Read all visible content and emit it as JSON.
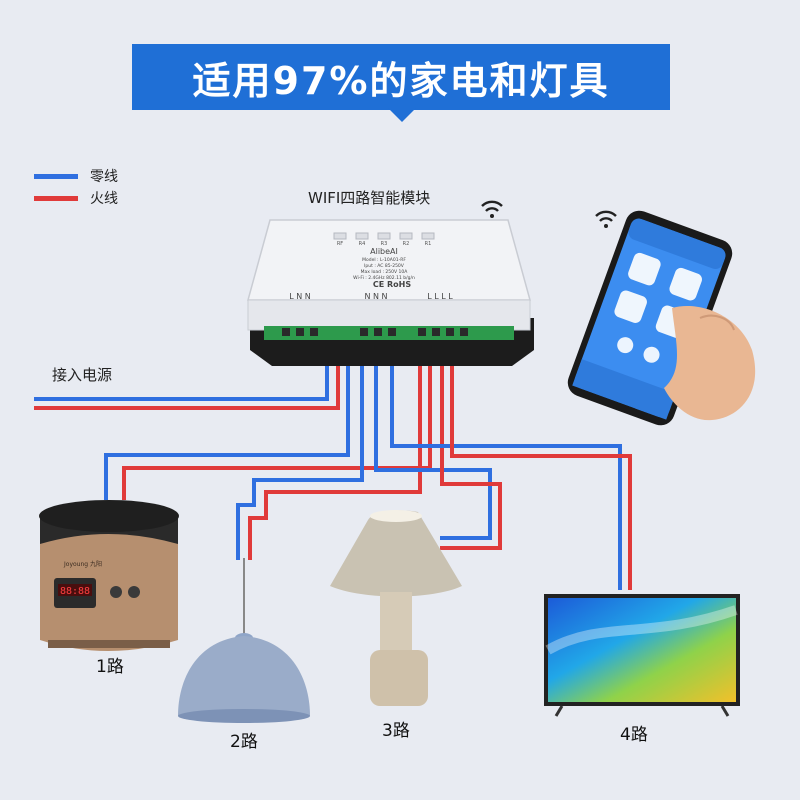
{
  "banner": {
    "title": "适用97%的家电和灯具"
  },
  "legend": {
    "items": [
      {
        "label": "零线",
        "color": "#2f6fe0"
      },
      {
        "label": "火线",
        "color": "#e03a3a"
      }
    ]
  },
  "module": {
    "title": "WIFI四路智能模块",
    "brand": "AlibeAI",
    "model": "Model : L-10A01-RF",
    "input": "Iput : AC 85-250V",
    "max_load": "Max load : 250V 10A",
    "wifi": "Wi-Fi : 2.4GHz 802.11 b/g/n",
    "cert": "CE RoHS",
    "terminals_left": "L N N",
    "terminals_mid": "N N N",
    "terminals_right": "L L L L",
    "buttons": [
      "RF",
      "R4",
      "R3",
      "R2",
      "R1"
    ]
  },
  "power": {
    "label": "接入电源"
  },
  "routes": {
    "r1": "1路",
    "r2": "2路",
    "r3": "3路",
    "r4": "4路"
  },
  "appliances": {
    "cooker_brand": "Joyoung 九阳",
    "cooker_display": "88:88"
  },
  "colors": {
    "neutral": "#2f6fe0",
    "live": "#e03a3a",
    "banner": "#1f6fd6"
  }
}
